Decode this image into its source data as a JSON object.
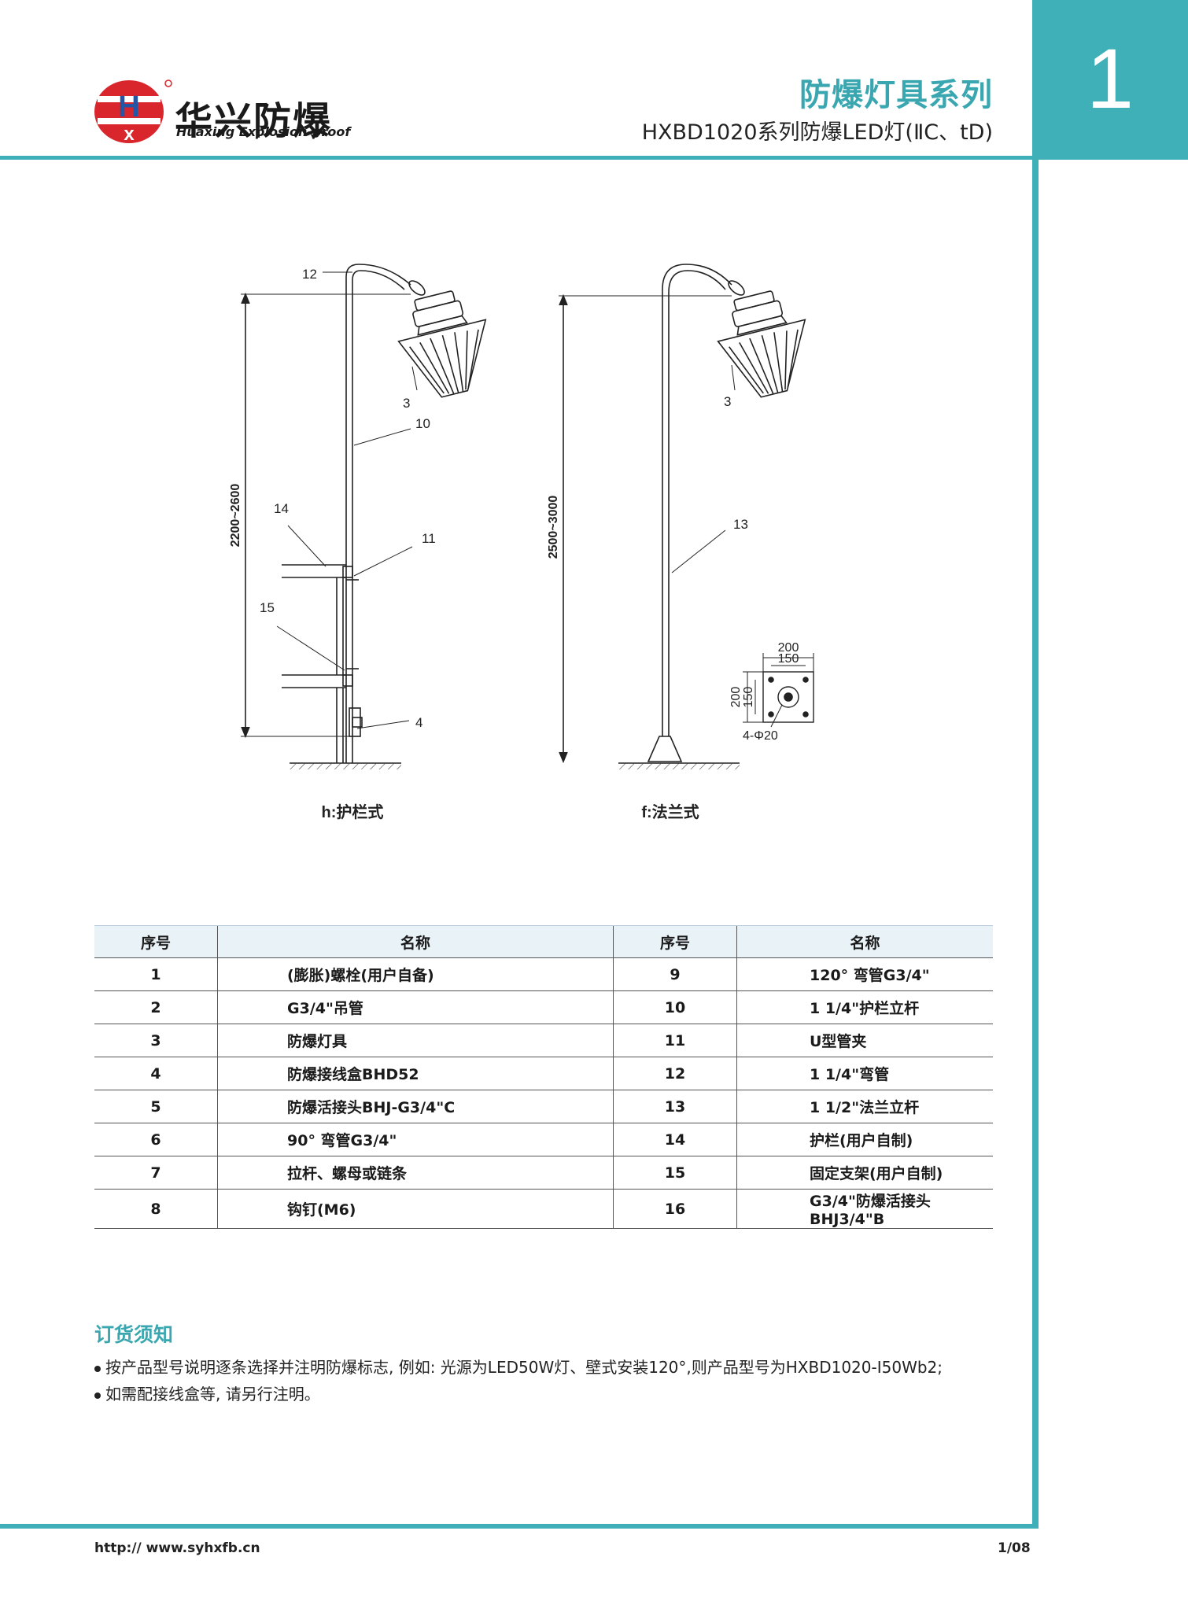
{
  "header": {
    "chapter_number": "1",
    "series_title": "防爆灯具系列",
    "product_title": "HXBD1020系列防爆LED灯(ⅡC、tD)"
  },
  "logo": {
    "name_cn": "华兴防爆",
    "name_en": "Huaxing Explosion-proof"
  },
  "diagram": {
    "left": {
      "caption": "h:护栏式",
      "height_dimension": "2200~2600",
      "callouts": [
        "12",
        "3",
        "10",
        "14",
        "11",
        "15",
        "4"
      ]
    },
    "right": {
      "caption": "f:法兰式",
      "height_dimension": "2500~3000",
      "callouts": [
        "3",
        "13"
      ],
      "flange": {
        "outer_width": "200",
        "inner_width": "150",
        "outer_height": "200",
        "inner_height": "150",
        "holes": "4-Φ20"
      }
    }
  },
  "parts_table": {
    "headers": [
      "序号",
      "名称",
      "序号",
      "名称"
    ],
    "rows": [
      [
        "1",
        "(膨胀)螺栓(用户自备)",
        "9",
        "120° 弯管G3/4\""
      ],
      [
        "2",
        "G3/4\"吊管",
        "10",
        "1 1/4\"护栏立杆"
      ],
      [
        "3",
        "防爆灯具",
        "11",
        "U型管夹"
      ],
      [
        "4",
        "防爆接线盒BHD52",
        "12",
        "1 1/4\"弯管"
      ],
      [
        "5",
        "防爆活接头BHJ-G3/4\"C",
        "13",
        "1 1/2\"法兰立杆"
      ],
      [
        "6",
        "90° 弯管G3/4\"",
        "14",
        "护栏(用户自制)"
      ],
      [
        "7",
        "拉杆、螺母或链条",
        "15",
        "固定支架(用户自制)"
      ],
      [
        "8",
        "钩钉(M6)",
        "16",
        "G3/4\"防爆活接头BHJ3/4\"B"
      ]
    ]
  },
  "ordering": {
    "heading": "订货须知",
    "notes": [
      "按产品型号说明逐条选择并注明防爆标志, 例如: 光源为LED50W灯、壁式安装120°,则产品型号为HXBD1020-Ⅰ50Wb2;",
      "如需配接线盒等, 请另行注明。"
    ]
  },
  "footer": {
    "url": "http:// www.syhxfb.cn",
    "page": "1/08"
  },
  "colors": {
    "accent": "#3fb0b8",
    "logo_red": "#d8262c",
    "logo_blue": "#2456a6"
  }
}
